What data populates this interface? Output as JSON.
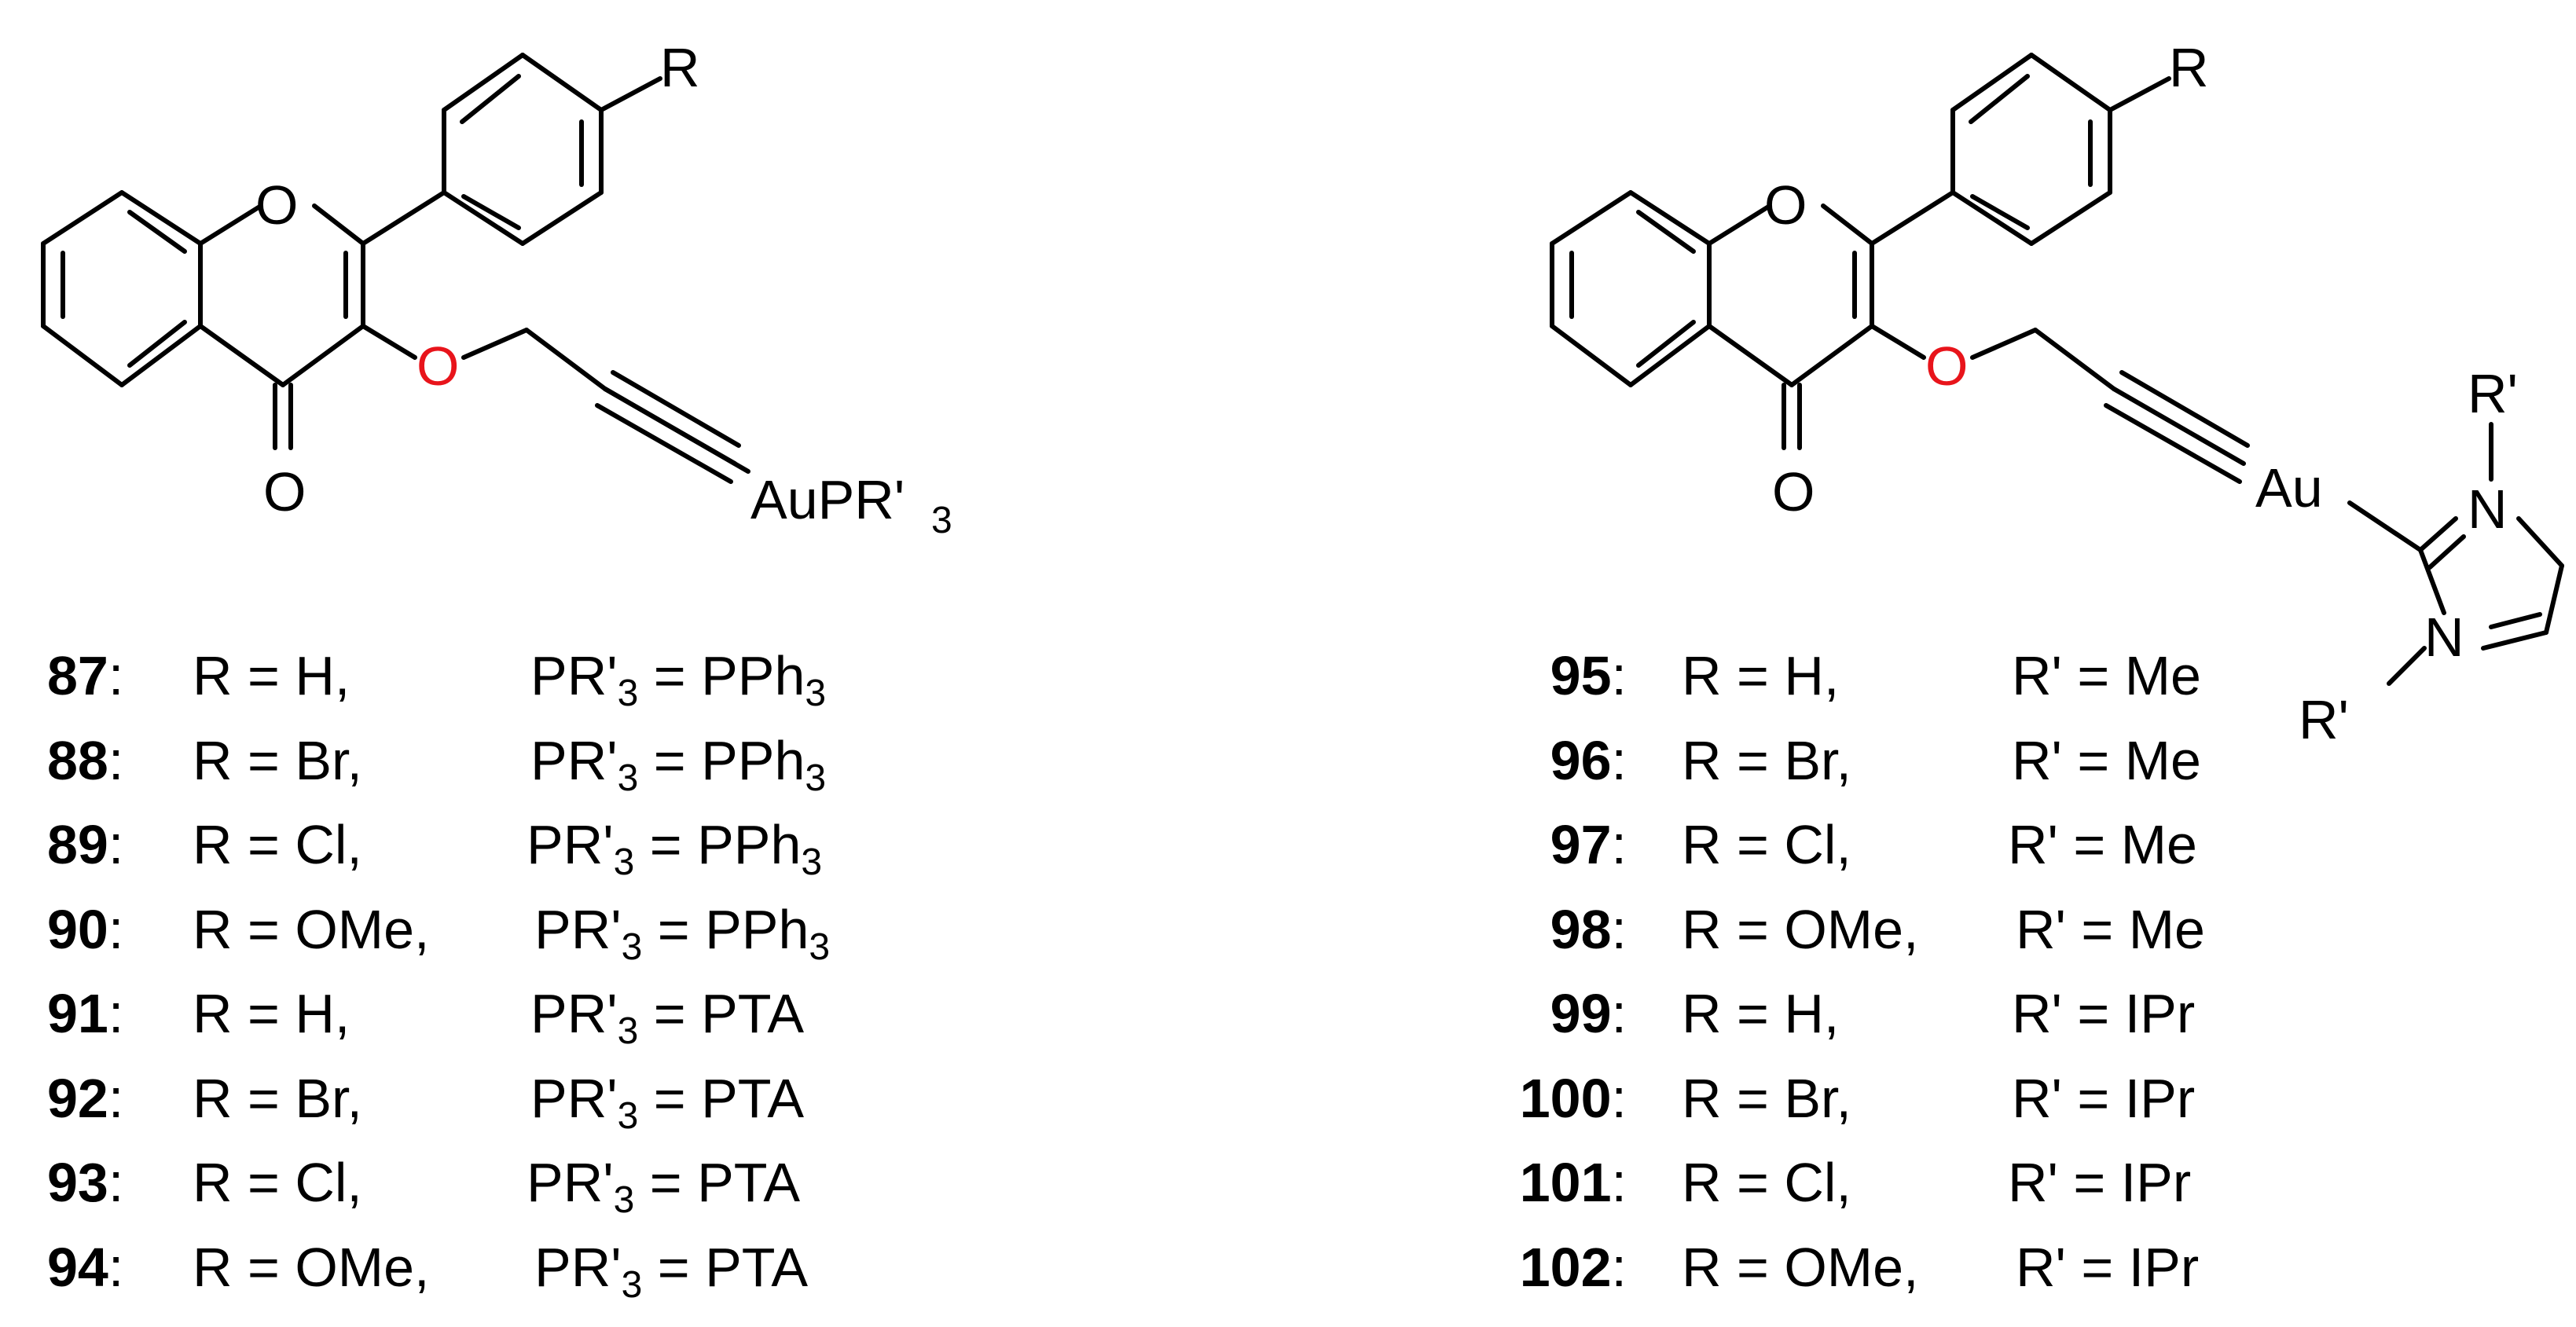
{
  "left": {
    "structure": {
      "ring_o": "O",
      "ether_o": "O",
      "carbonyl_o": "O",
      "r_label": "R",
      "au_label": "AuPR'",
      "au_sub": "3"
    },
    "rows": [
      {
        "num": "87",
        "colon": ":",
        "r": "R = H,",
        "p": "PR'",
        "psub": "3",
        "peq": " = PPh",
        "tsub": "3"
      },
      {
        "num": "88",
        "colon": ":",
        "r": "R = Br,",
        "p": "PR'",
        "psub": "3",
        "peq": " = PPh",
        "tsub": "3"
      },
      {
        "num": "89",
        "colon": ":",
        "r": "R = Cl,",
        "p": "PR'",
        "psub": "3",
        "peq": " = PPh",
        "tsub": "3"
      },
      {
        "num": "90",
        "colon": ":",
        "r": "R = OMe,",
        "p": "PR'",
        "psub": "3",
        "peq": " = PPh",
        "tsub": "3"
      },
      {
        "num": "91",
        "colon": ":",
        "r": "R = H,",
        "p": "PR'",
        "psub": "3",
        "peq": " = PTA",
        "tsub": ""
      },
      {
        "num": "92",
        "colon": ":",
        "r": "R = Br,",
        "p": "PR'",
        "psub": "3",
        "peq": " = PTA",
        "tsub": ""
      },
      {
        "num": "93",
        "colon": ":",
        "r": "R = Cl,",
        "p": "PR'",
        "psub": "3",
        "peq": " = PTA",
        "tsub": ""
      },
      {
        "num": "94",
        "colon": ":",
        "r": "R = OMe,",
        "p": "PR'",
        "psub": "3",
        "peq": " = PTA",
        "tsub": ""
      }
    ]
  },
  "right": {
    "structure": {
      "ring_o": "O",
      "ether_o": "O",
      "carbonyl_o": "O",
      "r_label": "R",
      "au_label": "Au",
      "n_top": "N",
      "n_bottom": "N",
      "r_prime_top": "R'",
      "r_prime_bottom": "R'"
    },
    "rows": [
      {
        "num": "95",
        "colon": ":",
        "r": "R = H,",
        "rp": "R' = Me"
      },
      {
        "num": "96",
        "colon": ":",
        "r": "R = Br,",
        "rp": "R' = Me"
      },
      {
        "num": "97",
        "colon": ":",
        "r": "R = Cl,",
        "rp": "R' = Me"
      },
      {
        "num": "98",
        "colon": ":",
        "r": "R = OMe,",
        "rp": "R' = Me"
      },
      {
        "num": "99",
        "colon": ":",
        "r": "R = H,",
        "rp": "R' = IPr"
      },
      {
        "num": "100",
        "colon": ":",
        "r": "R = Br,",
        "rp": "R' = IPr"
      },
      {
        "num": "101",
        "colon": ":",
        "r": "R = Cl,",
        "rp": "R' = IPr"
      },
      {
        "num": "102",
        "colon": ":",
        "r": "R = OMe,",
        "rp": "R' = IPr"
      }
    ]
  },
  "colors": {
    "bond": "#000000",
    "oxygen_ether": "#e8141b"
  }
}
